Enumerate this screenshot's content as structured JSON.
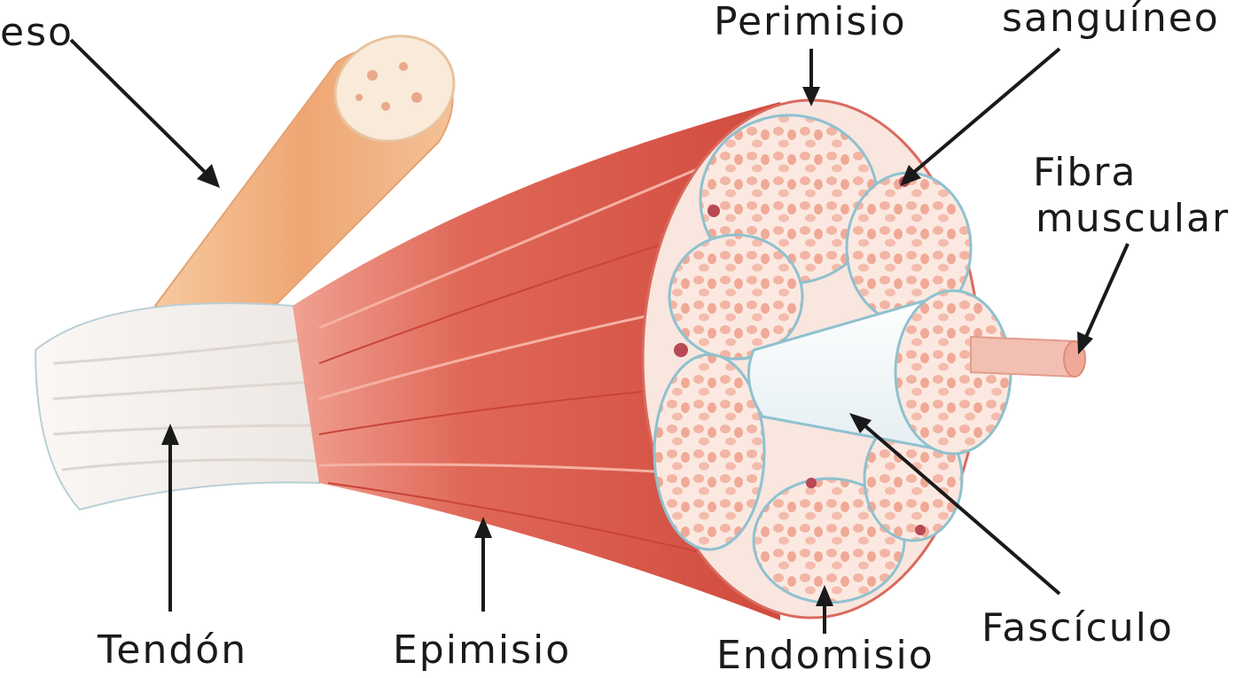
{
  "labels": {
    "hueso": "eso",
    "perimisio": "Perimisio",
    "vaso": "sanguíneo",
    "fibra_1": "Fibra",
    "fibra_2": "muscular",
    "tendon": "Tendón",
    "epimisio": "Epimisio",
    "endomisio": "Endomisio",
    "fasciculo": "Fascículo"
  },
  "colors": {
    "muscle": "#d9574a",
    "muscle_light": "#ee9a8a",
    "bone": "#f1b07a",
    "tendon": "#f4f2ef",
    "fascicle_fill": "#fbe8df",
    "perimysium": "#8fc1cf",
    "text": "#1a1a1a"
  }
}
